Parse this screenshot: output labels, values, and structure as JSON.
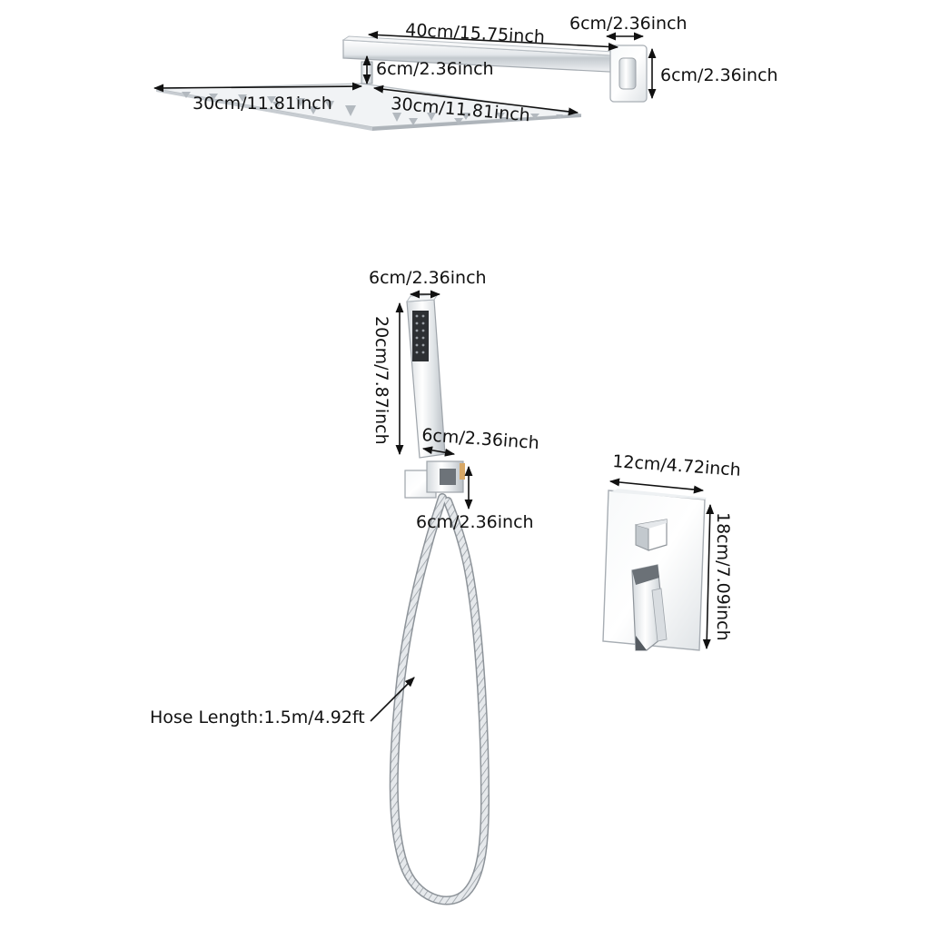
{
  "image": {
    "labels": {
      "arm_length": "40cm/15.75inch",
      "flange_width": "6cm/2.36inch",
      "flange_height": "6cm/2.36inch",
      "arm_height": "6cm/2.36inch",
      "head_left": "30cm/11.81inch",
      "head_right": "30cm/11.81inch",
      "hand_width": "6cm/2.36inch",
      "hand_length": "20cm/7.87inch",
      "holder_width": "6cm/2.36inch",
      "holder_height": "6cm/2.36inch",
      "valve_width": "12cm/4.72inch",
      "valve_height": "18cm/7.09inch",
      "hose_length": "Hose Length:1.5m/4.92ft"
    },
    "colors": {
      "chrome_light": "#f4f6f8",
      "chrome_mid": "#c9ced3",
      "chrome_dark": "#8a9096",
      "text": "#111111"
    }
  }
}
